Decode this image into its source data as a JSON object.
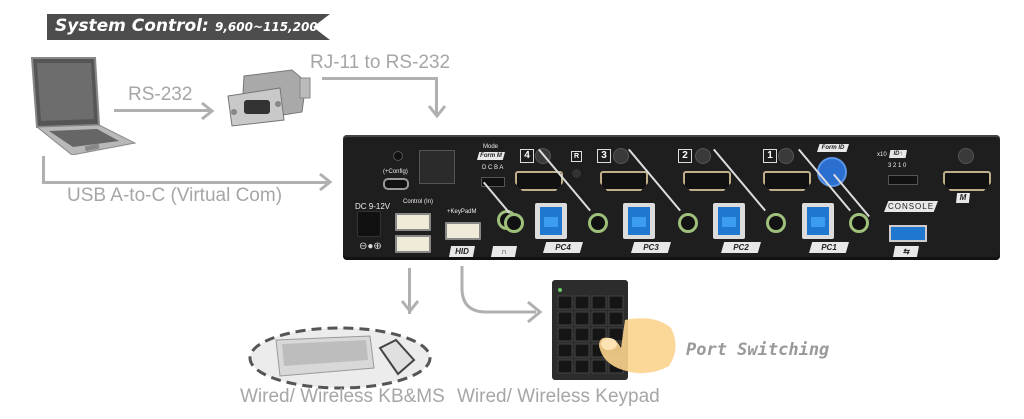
{
  "banner": {
    "title": "System Control:",
    "baud_range": "9,600~115,200",
    "color": "#4d4d4d"
  },
  "labels": {
    "rs232": "RS-232",
    "rj11_to_rs232": "RJ-11 to RS-232",
    "usb_virtual_com": "USB A-to-C (Virtual Com)",
    "kbms": "Wired/ Wireless KB&MS",
    "keypad": "Wired/ Wireless Keypad",
    "port_switching": "Port Switching"
  },
  "device": {
    "dc_label": "DC 9-12V",
    "config_label": "(+Config)",
    "control_label": "Control (In)",
    "mode_label": "Mode",
    "form_mode": "Form M",
    "form_id": "Form ID",
    "dip_mode_labels": "D C B A",
    "x10_label": "x10",
    "id_label": "ID↑",
    "dip_id_labels": "3 2 1 0",
    "keypad_usb_label": "+KeyPadM",
    "hid_label": "HID",
    "console_label": "CONSOLE",
    "monitor_label": "M",
    "ports": [
      {
        "number": "4",
        "pc_label": "PC4"
      },
      {
        "number": "3",
        "pc_label": "PC3"
      },
      {
        "number": "2",
        "pc_label": "PC2"
      },
      {
        "number": "1",
        "pc_label": "PC1"
      }
    ],
    "reset_label": "R"
  },
  "colors": {
    "label_gray": "#a6a6a6",
    "usb3_blue": "#1f77d0",
    "audio_green": "#9ec07a",
    "device_body": "#1e1e1e"
  }
}
